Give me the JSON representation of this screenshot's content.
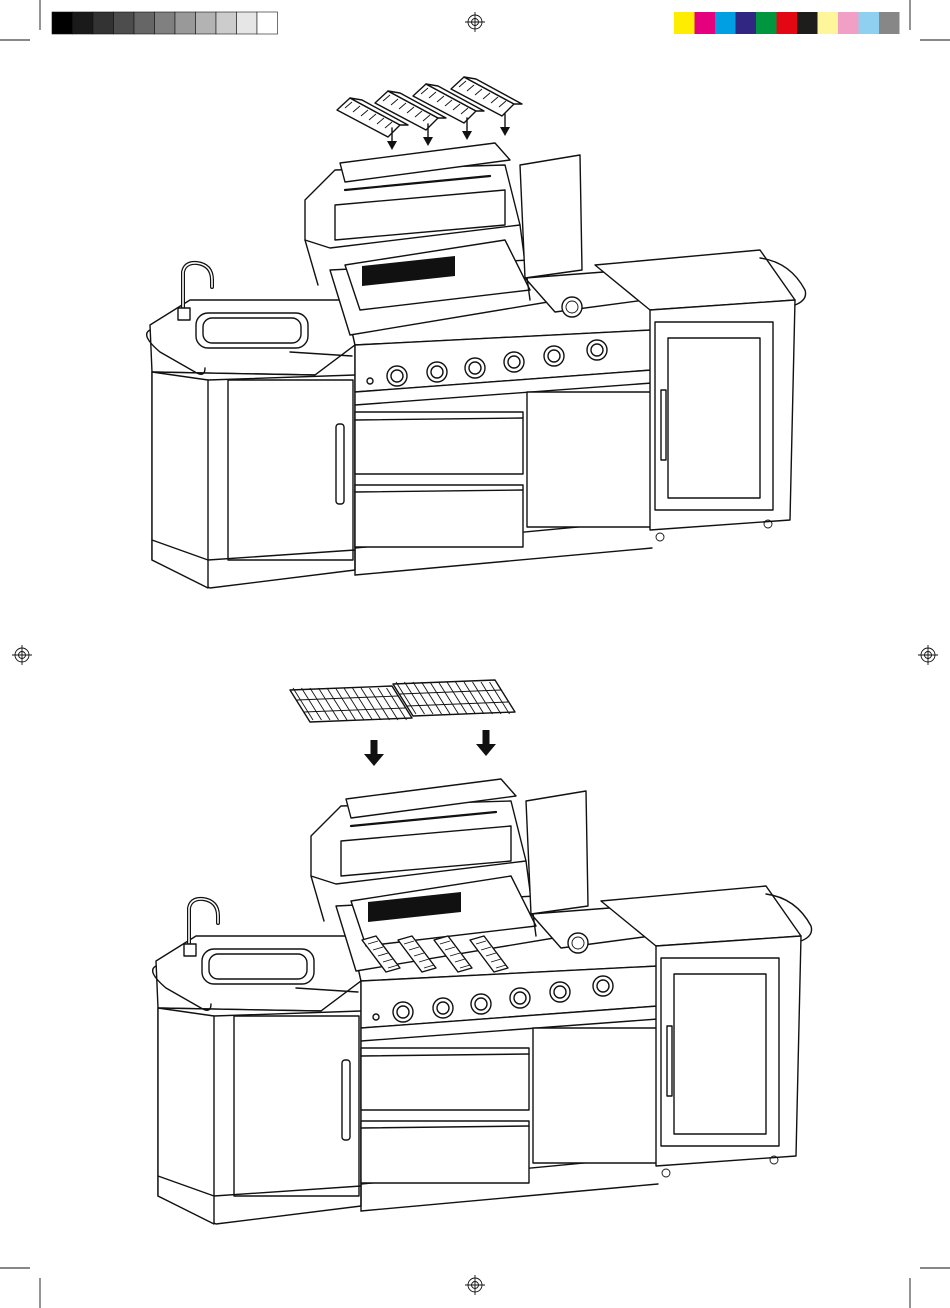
{
  "print_marks": {
    "grayscale_swatches": [
      "#000000",
      "#1a1a1a",
      "#333333",
      "#4d4d4d",
      "#666666",
      "#808080",
      "#999999",
      "#b3b3b3",
      "#cccccc",
      "#e6e6e6",
      "#ffffff"
    ],
    "color_swatches": [
      "#ffed00",
      "#e5007e",
      "#009fe3",
      "#312783",
      "#009640",
      "#e30613",
      "#1d1d1b",
      "#fff59b",
      "#f29fc5",
      "#8fd0f1",
      "#878787"
    ]
  },
  "steps": [
    {
      "part": "flame-tamers",
      "part_count": 4
    },
    {
      "part": "cooking-grates",
      "part_count": 2
    }
  ]
}
